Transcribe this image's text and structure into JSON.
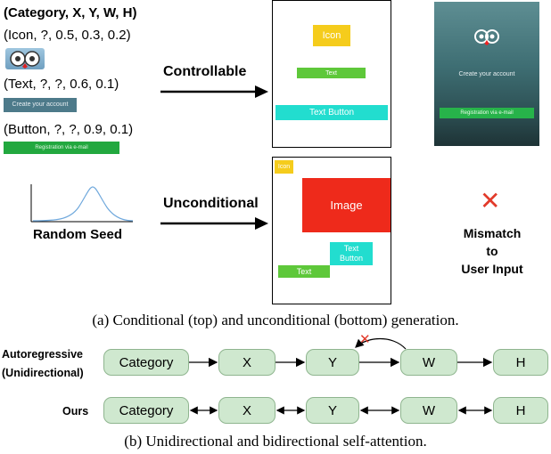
{
  "top": {
    "header": "(Category, X, Y,  W, H)",
    "tuples": {
      "icon": "(Icon, ?,  0.5,  0.3, 0.2)",
      "text": "(Text, ?,  ?,   0.6,  0.1)",
      "button": "(Button, ?,  ?, 0.9, 0.1)"
    },
    "thumb_text_label": "Create your account",
    "thumb_button_label": "Registration via e-mail",
    "arrow_label": "Controllable",
    "layout": {
      "icon": "Icon",
      "text": "Text",
      "text_button": "Text Button"
    },
    "photo": {
      "caption": "Create your account",
      "button": "Registration via e-mail"
    }
  },
  "bottom": {
    "seed_label": "Random Seed",
    "arrow_label": "Unconditional",
    "layout": {
      "icon": "Icon",
      "image": "Image",
      "text_button": "Text Button",
      "text": "Text"
    },
    "mismatch_symbol": "✕",
    "mismatch_lines": [
      "Mismatch",
      "to",
      "User Input"
    ]
  },
  "caption_a": "(a) Conditional (top) and unconditional (bottom) generation.",
  "attention": {
    "autoregressive_label": [
      "Autoregressive",
      "(Unidirectional)"
    ],
    "ours_label": "Ours",
    "nodes": [
      "Category",
      "X",
      "Y",
      "W",
      "H"
    ],
    "blocked_symbol": "✕"
  },
  "caption_b": "(b) Unidirectional and bidirectional self-attention.",
  "colors": {
    "yellow": "#f5cc1c",
    "green": "#5ec83a",
    "cyan": "#22ddcf",
    "red": "#ee2a1b",
    "node_fill": "#cfe8cf",
    "blocked": "#e23a2a",
    "photo_bg": "#3e6e73"
  }
}
